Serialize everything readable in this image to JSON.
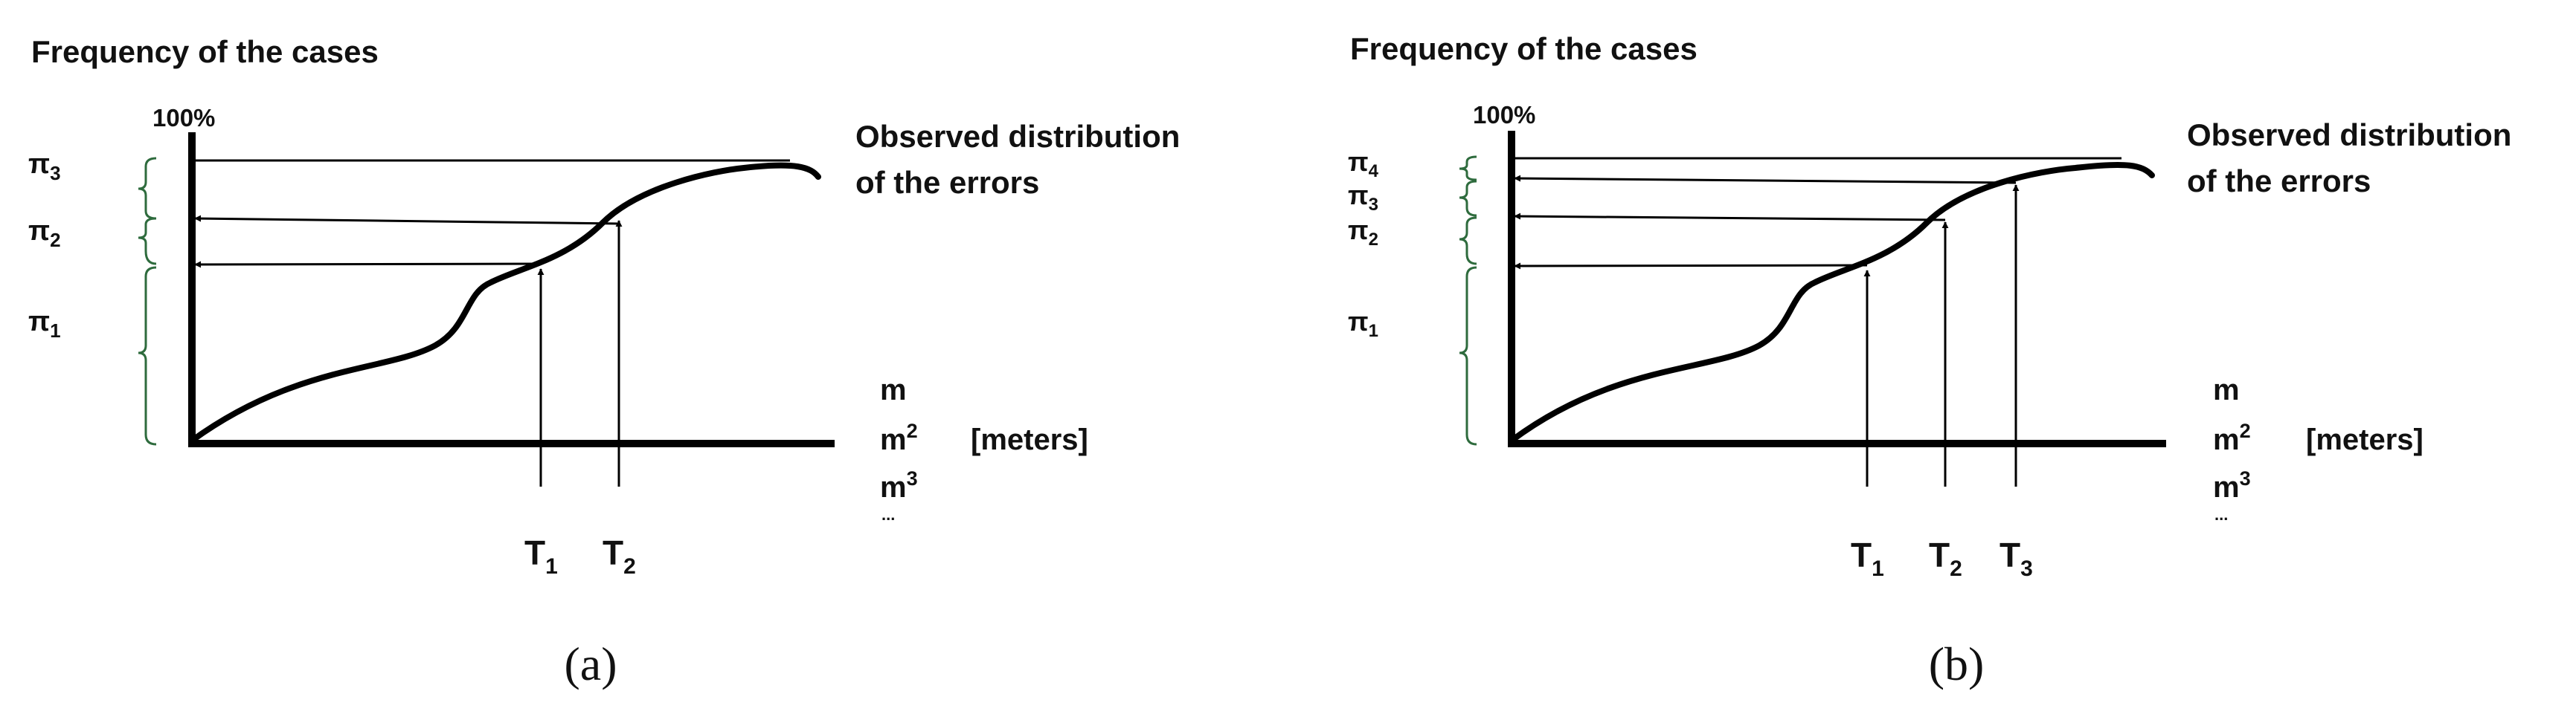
{
  "panels": [
    {
      "id": "a",
      "y_axis_title": "Frequency of the cases",
      "top_label": "100%",
      "curve_label_line1": "Observed distribution",
      "curve_label_line2": "of the errors",
      "units": [
        "m",
        "m",
        "m",
        "..."
      ],
      "unit_superscripts": [
        "",
        "2",
        "3",
        ""
      ],
      "units_bracket": "[meters]",
      "thresholds": [
        {
          "base": "T",
          "sub": "1"
        },
        {
          "base": "T",
          "sub": "2"
        }
      ],
      "pis": [
        {
          "base": "π",
          "sub": "3"
        },
        {
          "base": "π",
          "sub": "2"
        },
        {
          "base": "π",
          "sub": "1"
        }
      ],
      "caption": "(a)"
    },
    {
      "id": "b",
      "y_axis_title": "Frequency of the cases",
      "top_label": "100%",
      "curve_label_line1": "Observed distribution",
      "curve_label_line2": "of the errors",
      "units": [
        "m",
        "m",
        "m",
        "..."
      ],
      "unit_superscripts": [
        "",
        "2",
        "3",
        ""
      ],
      "units_bracket": "[meters]",
      "thresholds": [
        {
          "base": "T",
          "sub": "1"
        },
        {
          "base": "T",
          "sub": "2"
        },
        {
          "base": "T",
          "sub": "3"
        }
      ],
      "pis": [
        {
          "base": "π",
          "sub": "4"
        },
        {
          "base": "π",
          "sub": "3"
        },
        {
          "base": "π",
          "sub": "2"
        },
        {
          "base": "π",
          "sub": "1"
        }
      ],
      "caption": "(b)"
    }
  ],
  "colors": {
    "line": "#000000",
    "brace": "#2e6b3d",
    "text": "#111111"
  }
}
